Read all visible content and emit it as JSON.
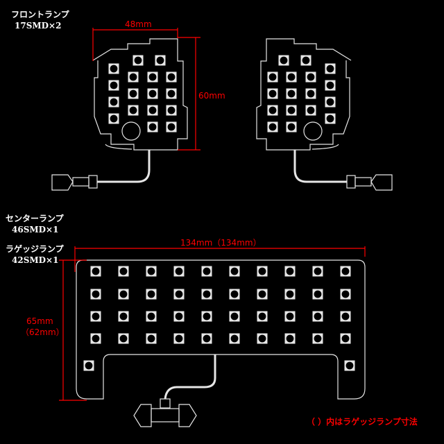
{
  "front": {
    "title": "フロントランプ",
    "spec": "17SMD×2",
    "width_label": "48mm",
    "height_label": "60mm",
    "led_count": 17
  },
  "center": {
    "title": "センターランプ",
    "spec": "46SMD×1"
  },
  "luggage": {
    "title": "ラゲッジランプ",
    "spec": "42SMD×1",
    "width_label": "134mm（134mm）",
    "height_label": "65mm",
    "height_label_alt": "（62mm）",
    "led_count": 42
  },
  "note": "（ ）内はラゲッジランプ寸法",
  "colors": {
    "outline": "#e6e6e6",
    "dimension": "#ff0000",
    "background": "#000000"
  }
}
